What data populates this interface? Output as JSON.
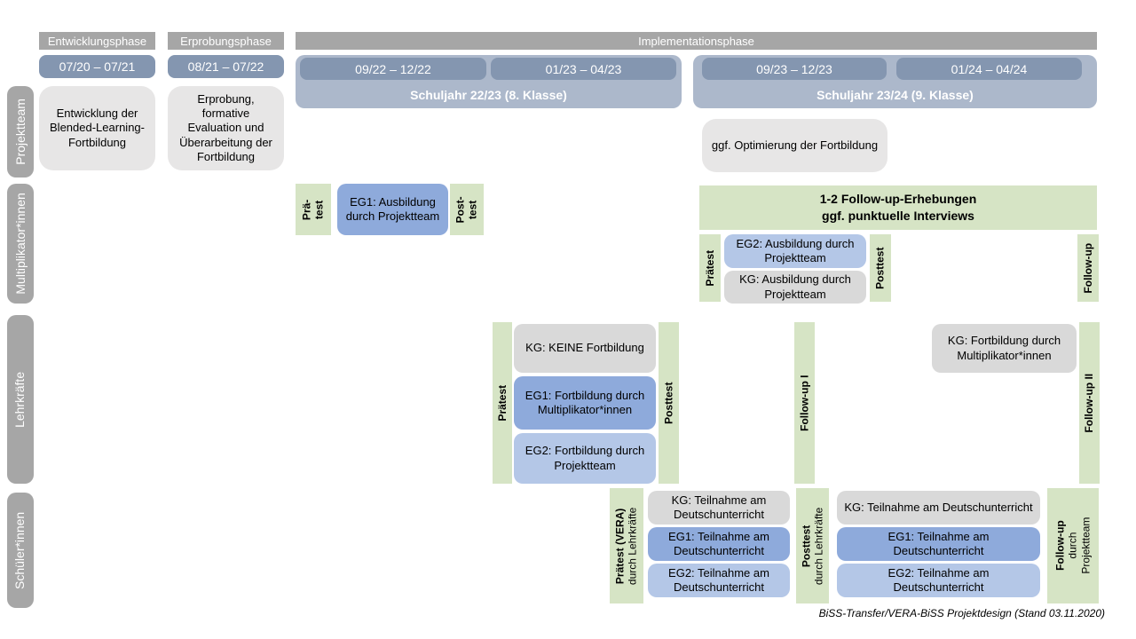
{
  "title": "BiSS-Transfer/VERA-BiSS Projektdesign",
  "footer": "BiSS-Transfer/VERA-BiSS Projektdesign (Stand 03.11.2020)",
  "colors": {
    "phase_header_gray": "#a6a6a6",
    "date_bar_blue": "#8496b0",
    "school_year_band_blue": "#acb8cb",
    "row_label_gray": "#a6a6a6",
    "box_light_gray": "#e7e6e6",
    "box_kg_gray": "#d9d9d9",
    "box_eg1_blue": "#8eaadb",
    "box_eg2_blue": "#b4c7e7",
    "test_bar_green": "#d6e4c5"
  },
  "phases": [
    {
      "label": "Entwicklungsphase"
    },
    {
      "label": "Erprobungsphase"
    },
    {
      "label": "Implementationsphase"
    }
  ],
  "date_ranges": [
    "07/20 – 07/21",
    "08/21 – 07/22",
    "09/22 – 12/22",
    "01/23 – 04/23",
    "09/23 – 12/23",
    "01/24 – 04/24"
  ],
  "school_years": [
    "Schuljahr 22/23 (8. Klasse)",
    "Schuljahr 23/24 (9. Klasse)"
  ],
  "row_labels": [
    "Projektteam",
    "Multiplikator*innen",
    "Lehrkräfte",
    "Schüler*innen"
  ],
  "projektteam": {
    "development": "Entwicklung der Blended-Learning-Fortbildung",
    "testing": "Erprobung, formative Evaluation und Überarbeitung der Fortbildung",
    "optimization": "ggf. Optimierung der Fortbildung"
  },
  "multiplikatoren": {
    "praetest_lines": [
      "Prä-",
      "test"
    ],
    "eg1": "EG1: Ausbildung durch Projektteam",
    "posttest_lines": [
      "Post-",
      "test"
    ],
    "followup_box_lines": [
      "1-2 Follow-up-Erhebungen",
      "ggf. punktuelle Interviews"
    ],
    "praetest2": "Prätest",
    "eg2": "EG2: Ausbildung durch Projektteam",
    "kg": "KG: Ausbildung durch Projektteam",
    "posttest2": "Posttest",
    "followup": "Follow-up"
  },
  "lehrkraefte": {
    "praetest": "Prätest",
    "kg": "KG: KEINE Fortbildung",
    "eg1": "EG1: Fortbildung durch Multiplikator*innen",
    "eg2": "EG2: Fortbildung durch Projektteam",
    "posttest": "Posttest",
    "followup1": "Follow-up I",
    "kg2": "KG: Fortbildung durch Multiplikator*innen",
    "followup2": "Follow-up II"
  },
  "schueler": {
    "praetest_lines": [
      "Prätest (VERA)",
      "durch  Lehrkräfte"
    ],
    "block1": {
      "kg": "KG: Teilnahme am Deutschunterricht",
      "eg1": "EG1: Teilnahme am Deutschunterricht",
      "eg2": "EG2: Teilnahme am Deutschunterricht"
    },
    "posttest_lines": [
      "Posttest",
      "durch  Lehrkräfte"
    ],
    "block2": {
      "kg": "KG: Teilnahme am Deutschunterricht",
      "eg1": "EG1: Teilnahme am Deutschunterricht",
      "eg2": "EG2: Teilnahme am Deutschunterricht"
    },
    "followup_lines": [
      "Follow-up",
      "durch",
      "Projektteam"
    ]
  }
}
